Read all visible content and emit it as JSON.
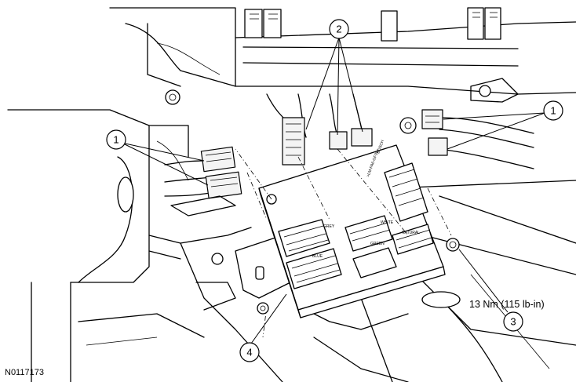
{
  "callouts": [
    {
      "id": "callout-1-left",
      "label": "1"
    },
    {
      "id": "callout-2",
      "label": "2"
    },
    {
      "id": "callout-1-right",
      "label": "1"
    },
    {
      "id": "callout-3",
      "label": "3"
    },
    {
      "id": "callout-4",
      "label": "4"
    }
  ],
  "torque_spec": "13 Nm (115 lb-in)",
  "figure_id": "N0117173",
  "module_labels": {
    "brand": "BOSCH",
    "part_prefix": ">LM-PA6-GF30<",
    "grey": "GREY",
    "blue": "BLUE",
    "white": "WHITE",
    "green": "GREEN",
    "natural": "NATURAL"
  }
}
